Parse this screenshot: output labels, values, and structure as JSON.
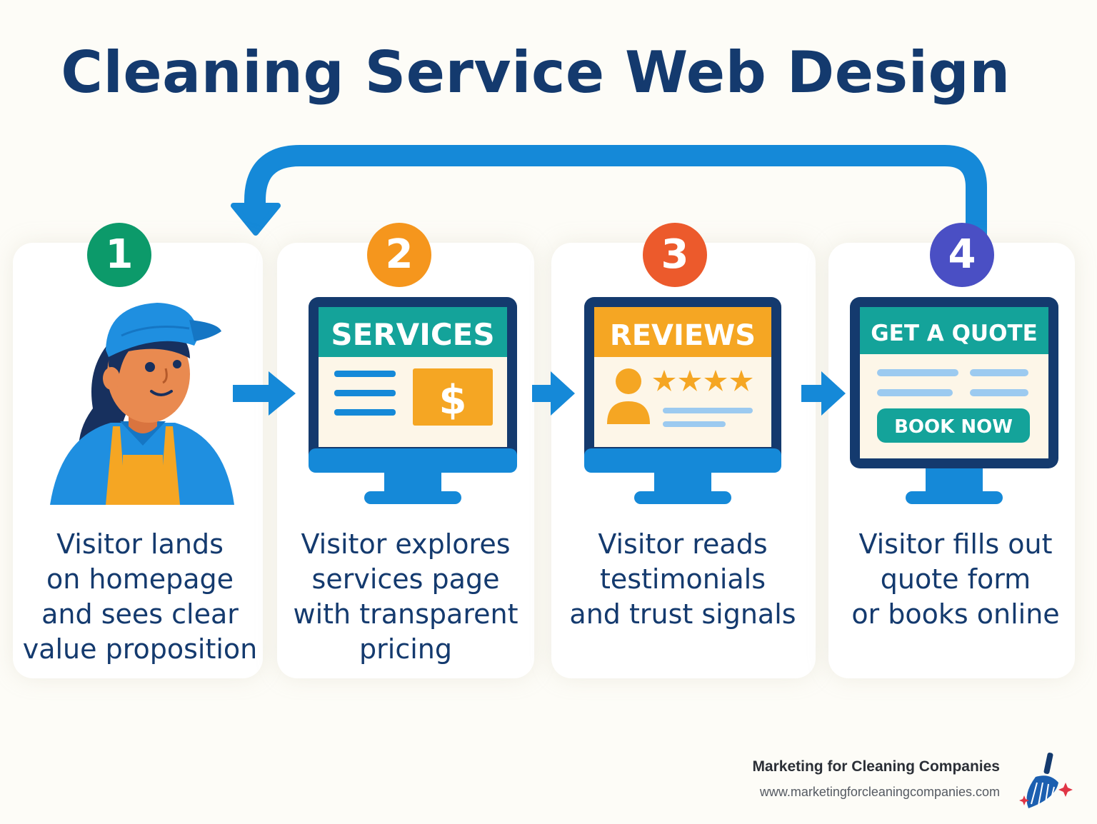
{
  "title": "Cleaning Service Web Design",
  "steps": [
    {
      "number": "1",
      "color": "#0c9a6a",
      "lines": [
        "Visitor lands",
        "on homepage",
        "and sees clear",
        "value proposition"
      ]
    },
    {
      "number": "2",
      "color": "#f5961d",
      "lines": [
        "Visitor explores",
        "services page",
        "with transparent",
        "pricing"
      ]
    },
    {
      "number": "3",
      "color": "#ec5a2c",
      "lines": [
        "Visitor reads",
        "testimonials",
        "and trust signals"
      ]
    },
    {
      "number": "4",
      "color": "#4a4fc4",
      "lines": [
        "Visitor fills out",
        "quote form",
        "or books online"
      ]
    }
  ],
  "screens": {
    "services": {
      "header": "SERVICES",
      "price_symbol": "$"
    },
    "reviews": {
      "header": "REVIEWS"
    },
    "quote": {
      "header": "GET A QUOTE",
      "button": "BOOK NOW"
    }
  },
  "icons": [
    "cleaner-avatar-icon",
    "right-arrow-icon",
    "loop-back-arrow-icon",
    "star-icon",
    "user-icon",
    "broom-icon",
    "sparkle-icon"
  ],
  "colors": {
    "navy": "#143a6e",
    "blue": "#1589d8",
    "teal": "#14a39a",
    "orange": "#f5a623"
  },
  "footer": {
    "brand": "Marketing for Cleaning Companies",
    "url": "www.marketingforcleaningcompanies.com"
  }
}
